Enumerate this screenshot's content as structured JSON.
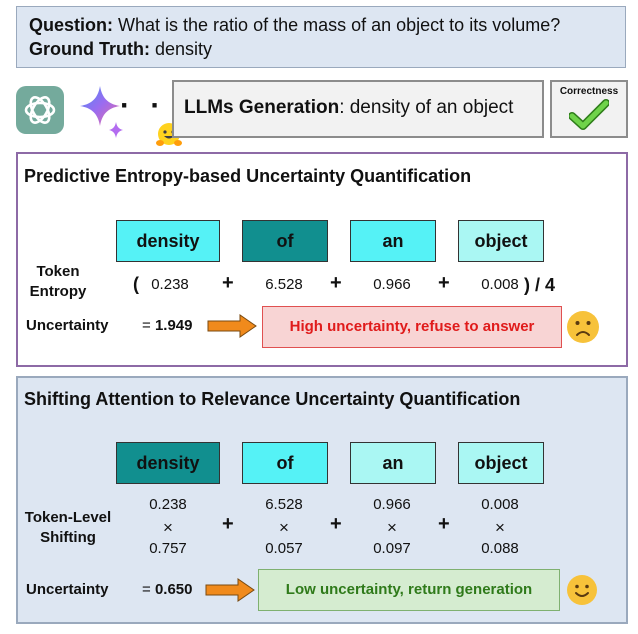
{
  "question": {
    "question_label": "Question:",
    "question_text": "What is the ratio of the mass of an object to its volume?",
    "ground_truth_label": "Ground Truth:",
    "ground_truth_text": "density"
  },
  "generation": {
    "dots": "· · ·",
    "label": "LLMs Generation",
    "text": ": density of an object",
    "correctness_label": "Correctness",
    "correctness_icon": "check-icon"
  },
  "panel1": {
    "title": "Predictive Entropy-based Uncertainty Quantification",
    "tokens": [
      "density",
      "of",
      "an",
      "object"
    ],
    "row_label_line1": "Token",
    "row_label_line2": "Entropy",
    "open_paren": "(",
    "close_paren": ") / 4",
    "values": [
      "0.238",
      "6.528",
      "0.966",
      "0.008"
    ],
    "plus": "+",
    "uncertainty_label": "Uncertainty",
    "uncertainty_prefix": "= ",
    "uncertainty_value": "1.949",
    "message": "High uncertainty, refuse to answer",
    "face_icon": "sad-face-icon"
  },
  "panel2": {
    "title": "Shifting Attention to Relevance Uncertainty Quantification",
    "tokens": [
      "density",
      "of",
      "an",
      "object"
    ],
    "row_label_line1": "Token-Level",
    "row_label_line2": "Shifting",
    "entropies": [
      "0.238",
      "6.528",
      "0.966",
      "0.008"
    ],
    "times": "×",
    "weights": [
      "0.757",
      "0.057",
      "0.097",
      "0.088"
    ],
    "plus": "+",
    "uncertainty_label": "Uncertainty",
    "uncertainty_prefix": "= ",
    "uncertainty_value": "0.650",
    "message": "Low uncertainty, return generation",
    "face_icon": "smile-face-icon"
  },
  "colors": {
    "token_light": "#aaf7f3",
    "token_cyan": "#55f2f6",
    "token_teal": "#118f8f",
    "arrow_orange": "#f08a1c",
    "face_yellow": "#f7c23a"
  }
}
